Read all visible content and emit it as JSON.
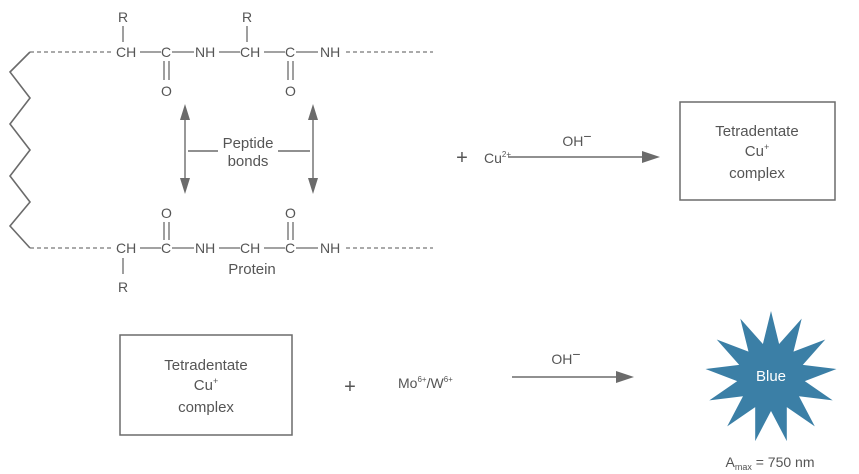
{
  "colors": {
    "ink": "#555555",
    "line": "#6b6b6b",
    "burst": "#3b7fa6",
    "burst_text": "#ffffff"
  },
  "protein": {
    "top": {
      "r1": "R",
      "r2": "R",
      "ch1": "CH",
      "c1": "C",
      "nh1": "NH",
      "ch2": "CH",
      "c2": "C",
      "nh2": "NH",
      "o1": "O",
      "o2": "O"
    },
    "bottom": {
      "o1": "O",
      "o2": "O",
      "ch1": "CH",
      "c1": "C",
      "nh1": "NH",
      "ch2": "CH",
      "c2": "C",
      "nh2": "NH",
      "r1": "R"
    },
    "peptide_label_1": "Peptide",
    "peptide_label_2": "bonds",
    "protein_label": "Protein"
  },
  "reaction1": {
    "plus": "+",
    "reagent": "Cu",
    "reagent_charge": "2+",
    "condition": "OH",
    "condition_charge": "−",
    "product_line1": "Tetradentate",
    "product_line2": "Cu",
    "product_line2_charge": "+",
    "product_line3": "complex"
  },
  "reaction2": {
    "reactant_line1": "Tetradentate",
    "reactant_line2": "Cu",
    "reactant_line2_charge": "+",
    "reactant_line3": "complex",
    "plus": "+",
    "reagent_mo": "Mo",
    "reagent_mo_charge": "6+",
    "reagent_sep": "/W",
    "reagent_w_charge": "6+",
    "condition": "OH",
    "condition_charge": "−",
    "product_label": "Blue",
    "absorbance_prefix": "A",
    "absorbance_sub": "max",
    "absorbance_value": " = 750 nm"
  }
}
